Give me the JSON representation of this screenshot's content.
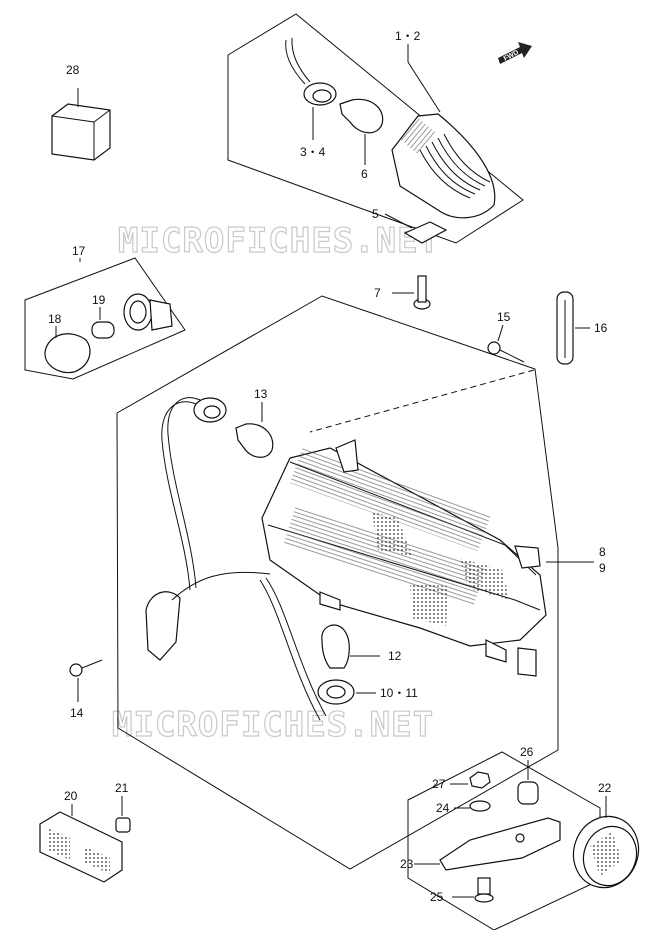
{
  "diagram": {
    "watermark": "MICROFICHES.NET",
    "fwd_label": "FWD",
    "callouts": [
      {
        "id": "1-2",
        "text": "1・2"
      },
      {
        "id": "3-4",
        "text": "3・4"
      },
      {
        "id": "5",
        "text": "5"
      },
      {
        "id": "6",
        "text": "6"
      },
      {
        "id": "7",
        "text": "7"
      },
      {
        "id": "8",
        "text": "8"
      },
      {
        "id": "9",
        "text": "9"
      },
      {
        "id": "10-11",
        "text": "10・11"
      },
      {
        "id": "12",
        "text": "12"
      },
      {
        "id": "13",
        "text": "13"
      },
      {
        "id": "14",
        "text": "14"
      },
      {
        "id": "15",
        "text": "15"
      },
      {
        "id": "16",
        "text": "16"
      },
      {
        "id": "17",
        "text": "17"
      },
      {
        "id": "18",
        "text": "18"
      },
      {
        "id": "19",
        "text": "19"
      },
      {
        "id": "20",
        "text": "20"
      },
      {
        "id": "21",
        "text": "21"
      },
      {
        "id": "22",
        "text": "22"
      },
      {
        "id": "23",
        "text": "23"
      },
      {
        "id": "24",
        "text": "24"
      },
      {
        "id": "25",
        "text": "25"
      },
      {
        "id": "26",
        "text": "26"
      },
      {
        "id": "27",
        "text": "27"
      },
      {
        "id": "28",
        "text": "28"
      }
    ]
  }
}
